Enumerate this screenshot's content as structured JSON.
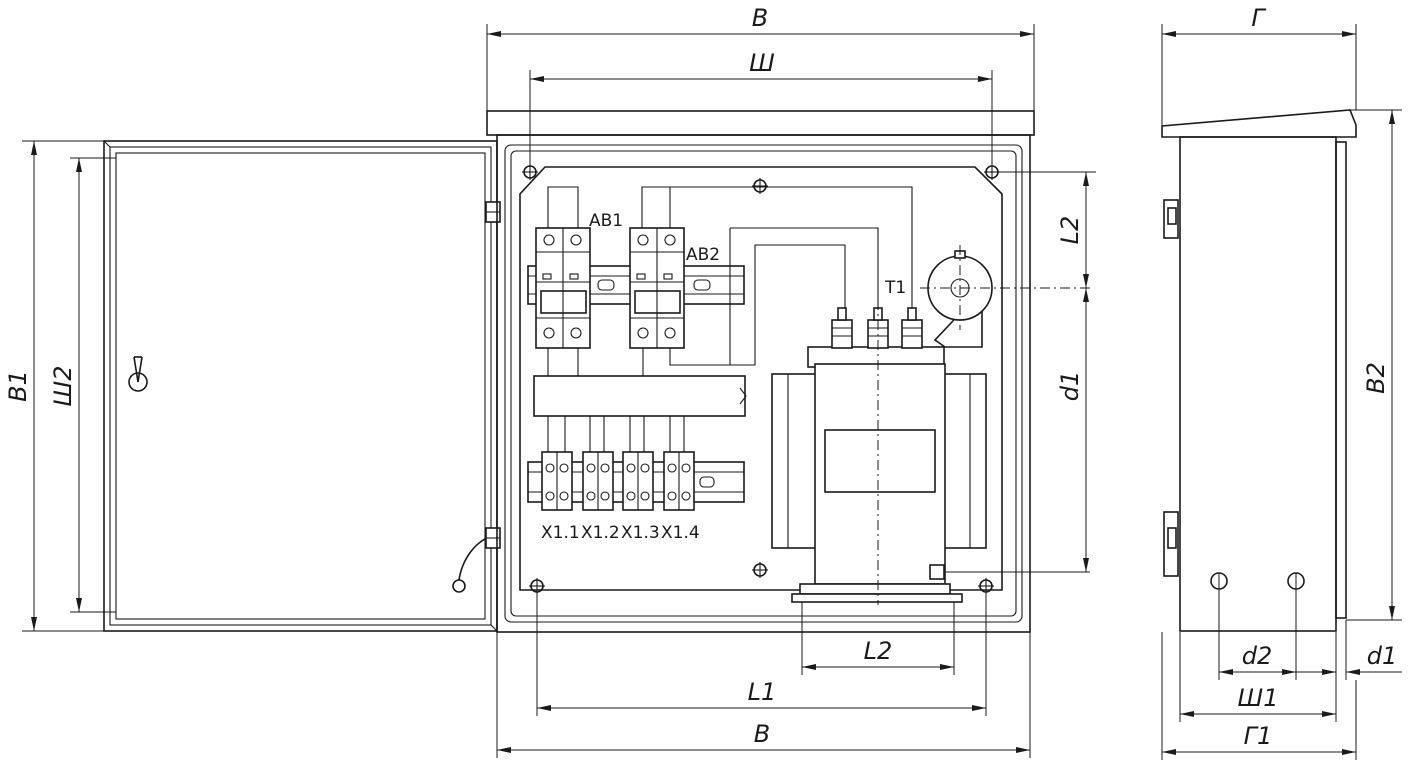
{
  "dimensions": {
    "front_width_top": "В",
    "mount_width_top": "Ш",
    "door_height": "В1",
    "door_inner_height": "Ш2",
    "mount_upper_gap": "L2",
    "mount_vertical_spacing": "d1",
    "transformer_base_width": "L2",
    "mount_horizontal_spacing": "L1",
    "front_width_bottom": "В",
    "side_depth_top": "Г",
    "side_height": "В2",
    "side_hole_spacing": "d2",
    "side_hole_dia": "d1",
    "side_mount_depth": "Ш1",
    "side_depth_bottom": "Г1"
  },
  "components": {
    "breaker_1": "АВ1",
    "breaker_2": "АВ2",
    "transformer": "Т1",
    "terminals": [
      "X1.1",
      "X1.2",
      "X1.3",
      "X1.4"
    ]
  }
}
